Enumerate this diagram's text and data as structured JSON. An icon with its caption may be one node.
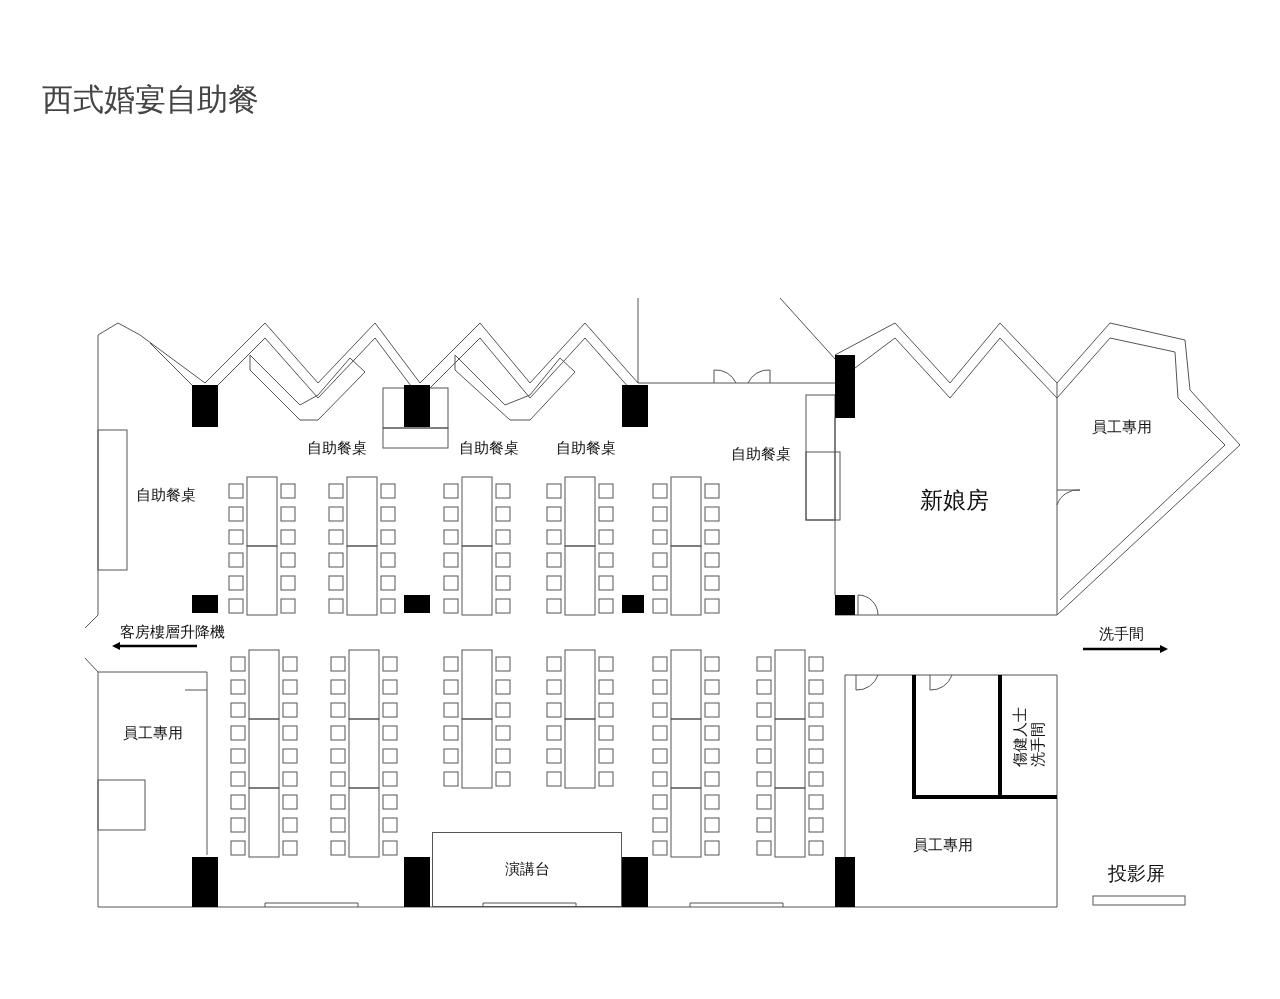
{
  "diagram": {
    "title": "西式婚宴自助餐",
    "nodes": [
      {
        "text": [
          "員工專用"
        ]
      },
      {
        "text": [
          "新娘房"
        ]
      },
      {
        "text": [
          "員工專用"
        ]
      },
      {
        "text": [
          "傷健人士洗手間"
        ]
      },
      {
        "text": [
          "演講台"
        ]
      },
      {
        "text": [
          "員工專用"
        ]
      }
    ],
    "labels": [
      "自助餐桌",
      "自助餐桌",
      "自助餐桌",
      "自助餐桌",
      "自助餐桌",
      "客房樓層升降機",
      "洗手間",
      "投影屏"
    ]
  }
}
